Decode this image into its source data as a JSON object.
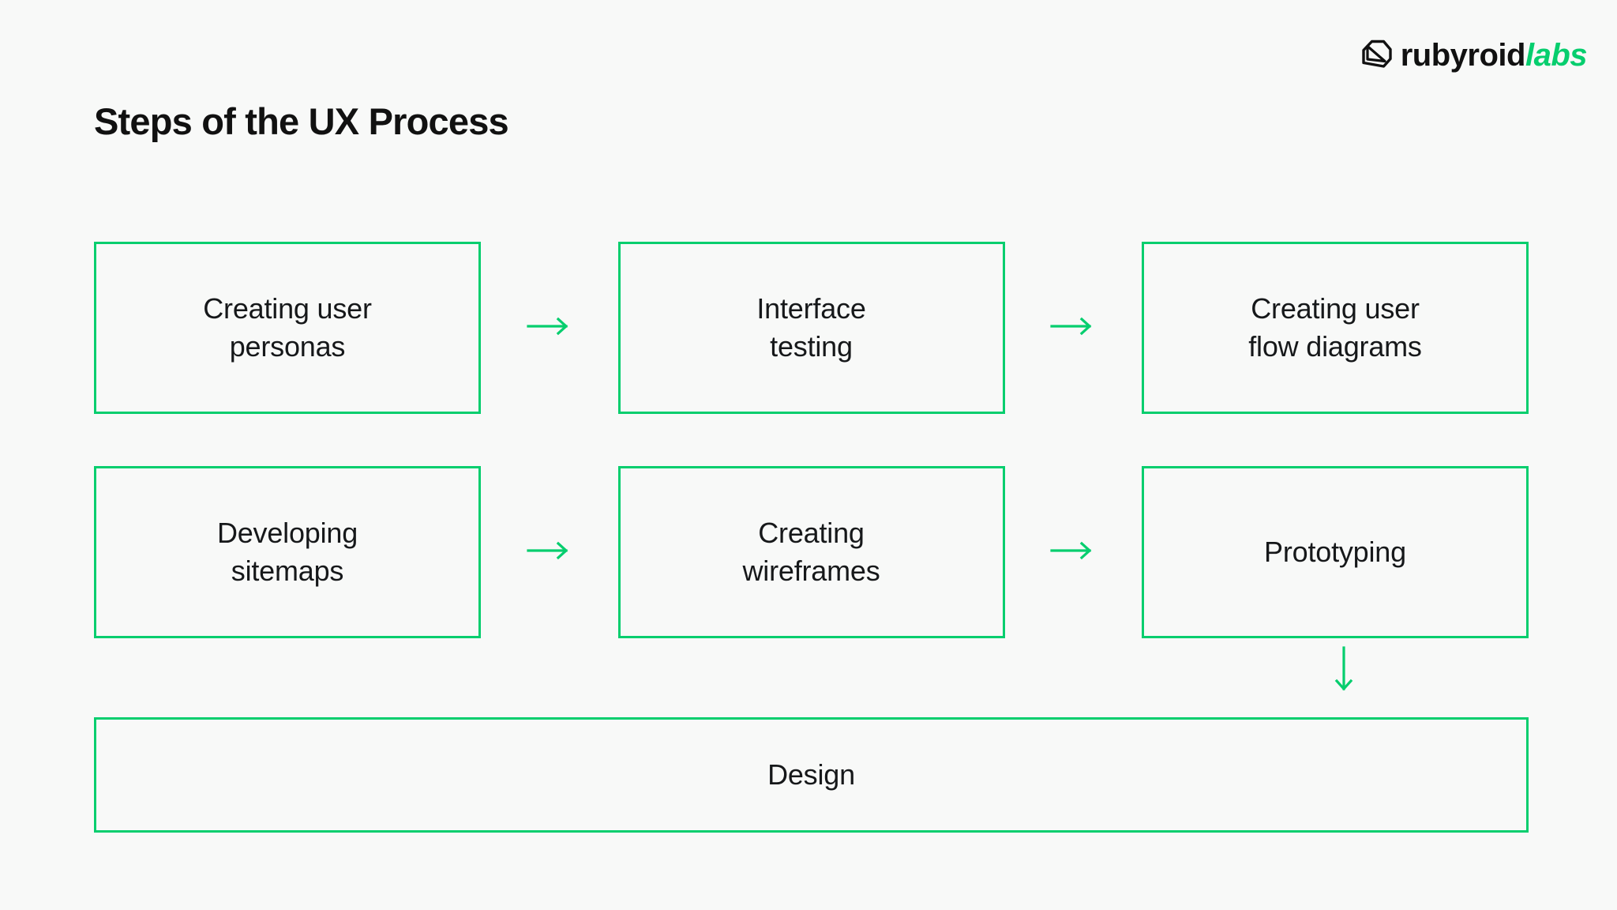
{
  "theme": {
    "background": "#f8f9f8",
    "accent_green": "#06ce6e",
    "text_dark": "#111111",
    "node_text": "#16181a"
  },
  "brand": {
    "mark_icon": "rubyroid-gem-icon",
    "name_part1": "rubyroid",
    "name_part2": "labs"
  },
  "header": {
    "title": "Steps of the UX Process"
  },
  "diagram": {
    "type": "flow",
    "rows": [
      {
        "nodes": [
          {
            "label": "Creating user\npersonas"
          },
          {
            "label": "Interface\ntesting"
          },
          {
            "label": "Creating user\nflow diagrams"
          }
        ],
        "connectors": [
          "arrow-right",
          "arrow-right"
        ]
      },
      {
        "nodes": [
          {
            "label": "Developing\nsitemaps"
          },
          {
            "label": "Creating\nwireframes"
          },
          {
            "label": "Prototyping"
          }
        ],
        "connectors": [
          "arrow-right",
          "arrow-right"
        ]
      }
    ],
    "down_connector": "arrow-down",
    "final_node": {
      "label": "Design"
    }
  }
}
